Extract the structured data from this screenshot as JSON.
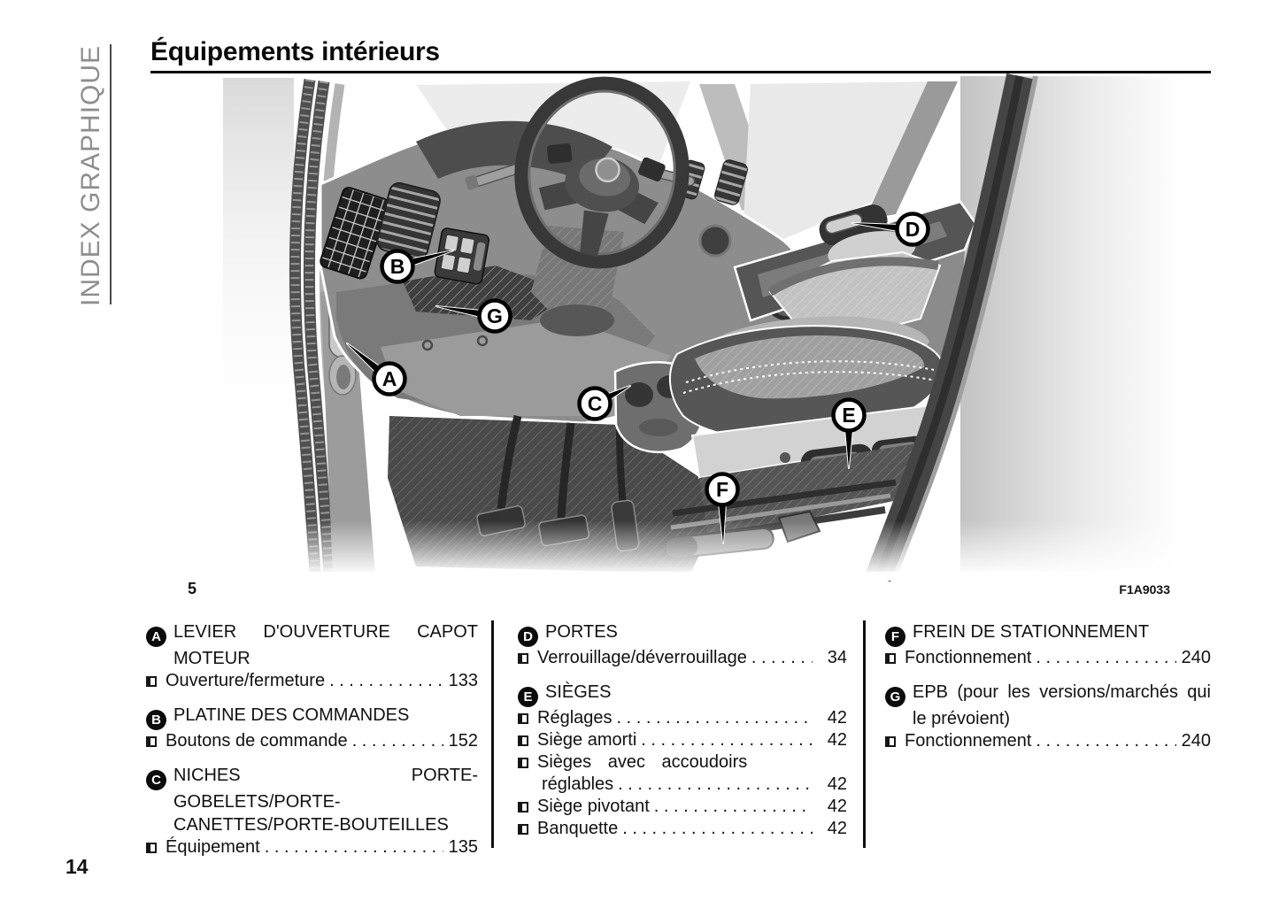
{
  "sidebar": {
    "label": "INDEX GRAPHIQUE"
  },
  "header": {
    "title": "Équipements intérieurs"
  },
  "figure": {
    "number": "5",
    "code": "F1A9033",
    "callouts": [
      "A",
      "B",
      "C",
      "D",
      "E",
      "F",
      "G"
    ]
  },
  "index": {
    "dots": ". . . . . . . . . . . . . . . . . . . . . . . . . . . . . . . . . . . . . . . . . . . .",
    "columns": [
      {
        "sections": [
          {
            "letter": "A",
            "title": "LEVIER D'OUVERTURE CAPOT MOTEUR",
            "items": [
              {
                "label": "Ouverture/fermeture",
                "page": "133"
              }
            ]
          },
          {
            "letter": "B",
            "title": "PLATINE DES COMMANDES",
            "items": [
              {
                "label": "Boutons de commande",
                "page": "152"
              }
            ]
          },
          {
            "letter": "C",
            "title": "NICHES PORTE-GOBELETS/PORTE-CANETTES/PORTE-BOUTEILLES",
            "items": [
              {
                "label": "Équipement",
                "page": "135"
              }
            ]
          }
        ]
      },
      {
        "sections": [
          {
            "letter": "D",
            "title": "PORTES",
            "items": [
              {
                "label": "Verrouillage/déverrouillage",
                "page": "34"
              }
            ]
          },
          {
            "letter": "E",
            "title": "SIÈGES",
            "items": [
              {
                "label": "Réglages",
                "page": "42"
              },
              {
                "label": "Siège amorti",
                "page": "42"
              },
              {
                "label": "Sièges avec accoudoirs",
                "label2": "réglables",
                "page": "42"
              },
              {
                "label": "Siège pivotant",
                "page": "42"
              },
              {
                "label": "Banquette",
                "page": "42"
              }
            ]
          }
        ]
      },
      {
        "sections": [
          {
            "letter": "F",
            "title": "FREIN DE STATIONNEMENT",
            "items": [
              {
                "label": "Fonctionnement",
                "page": "240"
              }
            ]
          },
          {
            "letter": "G",
            "title": "EPB (pour les versions/marchés qui le prévoient)",
            "items": [
              {
                "label": "Fonctionnement",
                "page": "240"
              }
            ]
          }
        ]
      }
    ]
  },
  "footer": {
    "page_number": "14"
  }
}
